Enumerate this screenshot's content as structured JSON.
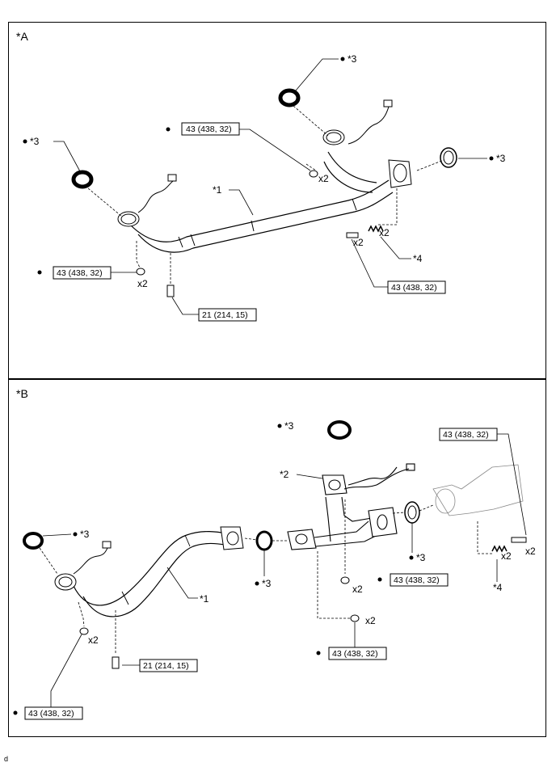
{
  "panels": {
    "a": {
      "tag": "*A",
      "callouts": {
        "gasket_top": "*3",
        "gasket_left": "*3",
        "gasket_right": "*3",
        "pipe": "*1",
        "spring": "*4"
      },
      "torques": {
        "nut_center": "43 (438, 32)",
        "nut_left": "43 (438, 32)",
        "bolt_right": "43 (438, 32)",
        "bolt_bottom": "21 (214, 15)"
      },
      "qty": {
        "nut_center": "x2",
        "nut_left": "x2",
        "bolt_right": "x2",
        "spring": "x2"
      }
    },
    "b": {
      "tag": "*B",
      "callouts": {
        "gasket_top": "*3",
        "converter": "*2",
        "gasket_left": "*3",
        "gasket_mid": "*3",
        "gasket_right": "*3",
        "pipe": "*1",
        "spring": "*4"
      },
      "torques": {
        "bolt_top_right": "43 (438, 32)",
        "nut_center": "43 (438, 32)",
        "nut_bottom_mid": "43 (438, 32)",
        "bolt_bottom": "21 (214, 15)",
        "nut_left": "43 (438, 32)"
      },
      "qty": {
        "bolt_top_right": "x2",
        "spring": "x2",
        "nut_center": "x2",
        "nut_bottom_mid": "x2",
        "nut_left": "x2"
      }
    }
  },
  "footer": {
    "figure_code": "d"
  }
}
